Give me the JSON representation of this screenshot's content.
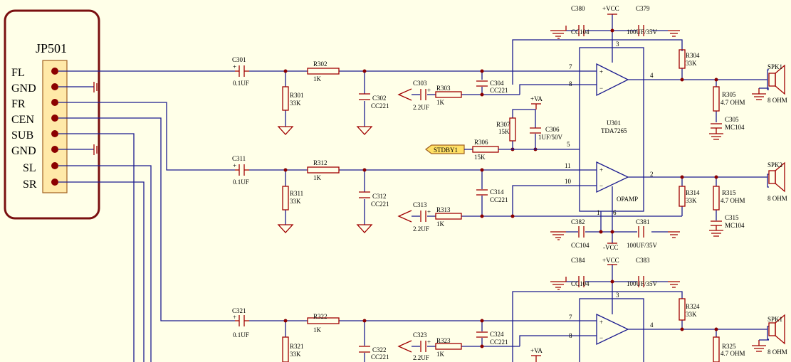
{
  "connector": {
    "ref": "JP501",
    "pins": [
      "FL",
      "GND",
      "FR",
      "CEN",
      "SUB",
      "GND",
      "SL",
      "SR"
    ]
  },
  "labels": {
    "c301": "C301",
    "c301v": "0.1UF",
    "r302": "R302",
    "r302v": "1K",
    "r301": "R301",
    "r301v": "33K",
    "c302": "C302",
    "c302v": "CC221",
    "c303": "C303",
    "c303v": "2.2UF",
    "r303": "R303",
    "r303v": "1K",
    "c304": "C304",
    "c304v": "CC221",
    "c380": "C380",
    "c380v": "CC104",
    "vcc1": "+VCC",
    "c379": "C379",
    "c379v": "100UF/35V",
    "r304": "R304",
    "r304v": "33K",
    "r305": "R305",
    "r305v": "4.7 OHM",
    "c305": "C305",
    "c305v": "MC104",
    "spk1": "SPK1",
    "spk1v": "8 OHM",
    "r307": "R307",
    "r307v": "15K",
    "va1": "+VA",
    "c306": "C306",
    "c306v": "1UF/50V",
    "u301": "U301",
    "u301v": "TDA7265",
    "opamp": "OPAMP",
    "stdby": "STDBY1",
    "r306": "R306",
    "r306v": "15K",
    "c311": "C311",
    "c311v": "0.1UF",
    "r312": "R312",
    "r312v": "1K",
    "r311": "R311",
    "r311v": "33K",
    "c312": "C312",
    "c312v": "CC221",
    "c313": "C313",
    "c313v": "2.2UF",
    "r313": "R313",
    "r313v": "1K",
    "c314": "C314",
    "c314v": "CC221",
    "r314": "R314",
    "r314v": "33K",
    "r315": "R315",
    "r315v": "4.7 OHM",
    "c315": "C315",
    "c315v": "MC104",
    "spk2": "SPK2",
    "spk2v": "8 OHM",
    "c382": "C382",
    "c382v": "CC104",
    "vccn": "-VCC",
    "c381": "C381",
    "c381v": "100UF/35V",
    "c384": "C384",
    "c384v": "CC104",
    "vcc2": "+VCC",
    "c383": "C383",
    "c383v": "100UF/35V",
    "r324": "R324",
    "r324v": "33K",
    "c321": "C321",
    "c321v": "0.1UF",
    "r322": "R322",
    "r322v": "1K",
    "r321": "R321",
    "r321v": "33K",
    "c322": "C322",
    "c322v": "CC221",
    "c323": "C323",
    "c323v": "2.2UF",
    "r323": "R323",
    "r323v": "1K",
    "c324": "C324",
    "c324v": "CC221",
    "r325": "R325",
    "r325v": "4.7 OHM",
    "spk1b": "SPK1",
    "spk1bv": "8 OHM",
    "va2": "+VA"
  },
  "pin_numbers": {
    "p3a": "3",
    "p7a": "7",
    "p8a": "8",
    "p4a": "4",
    "p5": "5",
    "p11": "11",
    "p10": "10",
    "p2": "2",
    "p1": "1",
    "p6": "6",
    "p3b": "3",
    "p7b": "7",
    "p8b": "8",
    "p4b": "4"
  },
  "colors": {
    "wire": "#1b1b8f",
    "component": "#a00000",
    "background": "#ffffe8",
    "connector_fill": "#ffe9a8"
  }
}
